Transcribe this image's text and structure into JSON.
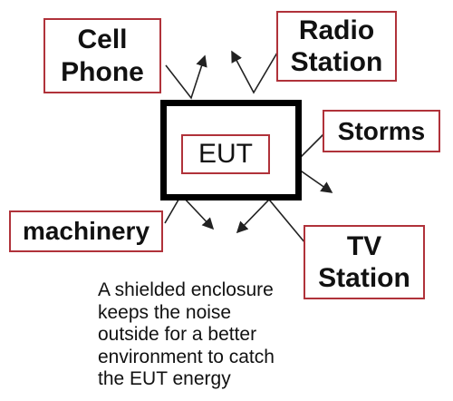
{
  "diagram": {
    "center": {
      "inner_label": "EUT"
    },
    "sources": [
      {
        "id": "cell_phone",
        "label": "Cell\nPhone"
      },
      {
        "id": "radio_station",
        "label": "Radio\nStation"
      },
      {
        "id": "storms",
        "label": "Storms"
      },
      {
        "id": "machinery",
        "label": "machinery"
      },
      {
        "id": "tv_station",
        "label": "TV\nStation"
      }
    ],
    "caption": "A shielded enclosure\nkeeps the noise\noutside for a better\nenvironment to catch\nthe EUT energy"
  },
  "colors": {
    "box_border": "#b0323a",
    "enclosure_border": "#000000",
    "text": "#111111",
    "arrow": "#222222"
  }
}
